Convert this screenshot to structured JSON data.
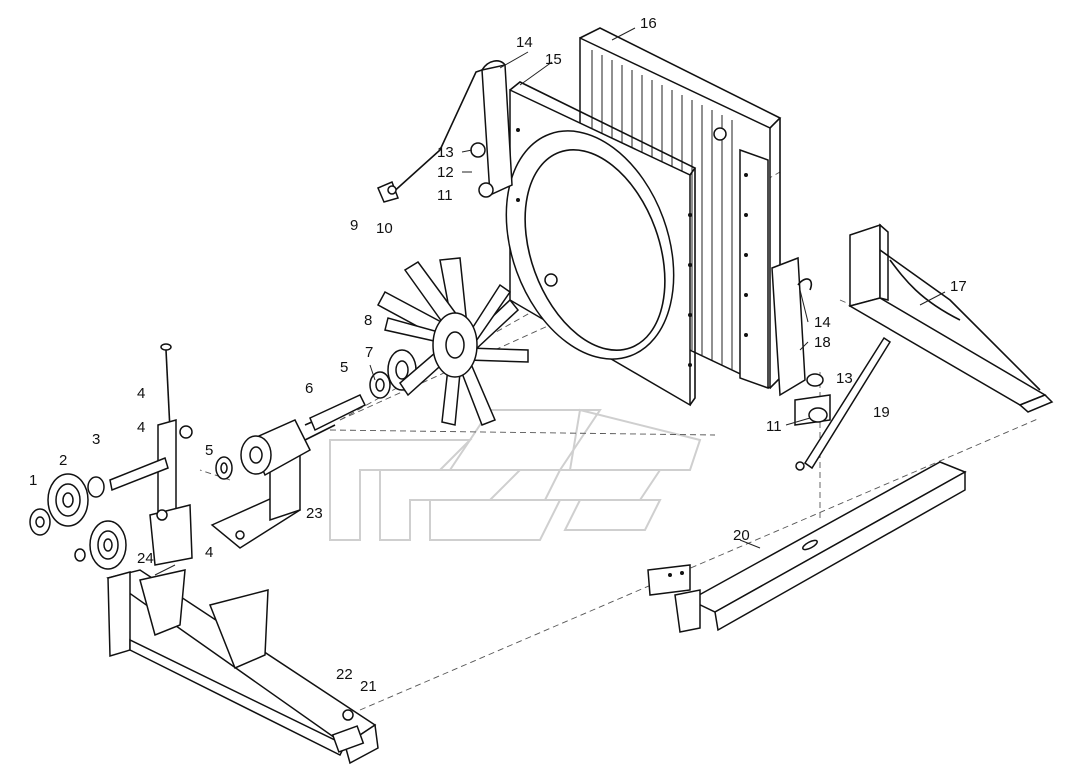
{
  "callouts": {
    "c1": "1",
    "c2": "2",
    "c3": "3",
    "c4a": "4",
    "c4b": "4",
    "c4c": "4",
    "c5a": "5",
    "c5b": "5",
    "c6": "6",
    "c7": "7",
    "c8": "8",
    "c9": "9",
    "c10": "10",
    "c11a": "11",
    "c11b": "11",
    "c12": "12",
    "c13a": "13",
    "c13b": "13",
    "c14a": "14",
    "c14b": "14",
    "c15": "15",
    "c16": "16",
    "c17": "17",
    "c18": "18",
    "c19": "19",
    "c20": "20",
    "c21": "21",
    "c22": "22",
    "c23": "23",
    "c24": "24"
  },
  "colors": {
    "line": "#111111",
    "paper": "#ffffff",
    "watermark": "#cfcfcf"
  }
}
